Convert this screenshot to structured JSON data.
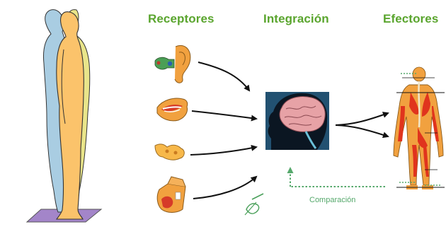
{
  "headings": {
    "receptores": "Receptores",
    "integracion": "Integración",
    "efectores": "Efectores"
  },
  "feedback": {
    "label": "Comparación"
  },
  "colors": {
    "heading": "#5aa52e",
    "feedback": "#55a86b",
    "body_front": "#fbc36b",
    "body_back_blue": "#a9cde2",
    "body_back_yellow": "#e9e58a",
    "platform": "#a385c9",
    "muscle_red": "#e0341d",
    "skin_orange": "#f1a13f",
    "arrow": "#111111"
  },
  "icons": {
    "receptors": [
      "ear-icon",
      "mouth-icon",
      "nose-icon",
      "skin-icon"
    ],
    "integration": "brain-head-icon",
    "effectors": "muscle-body-icon",
    "figure": "standing-human-icon"
  }
}
